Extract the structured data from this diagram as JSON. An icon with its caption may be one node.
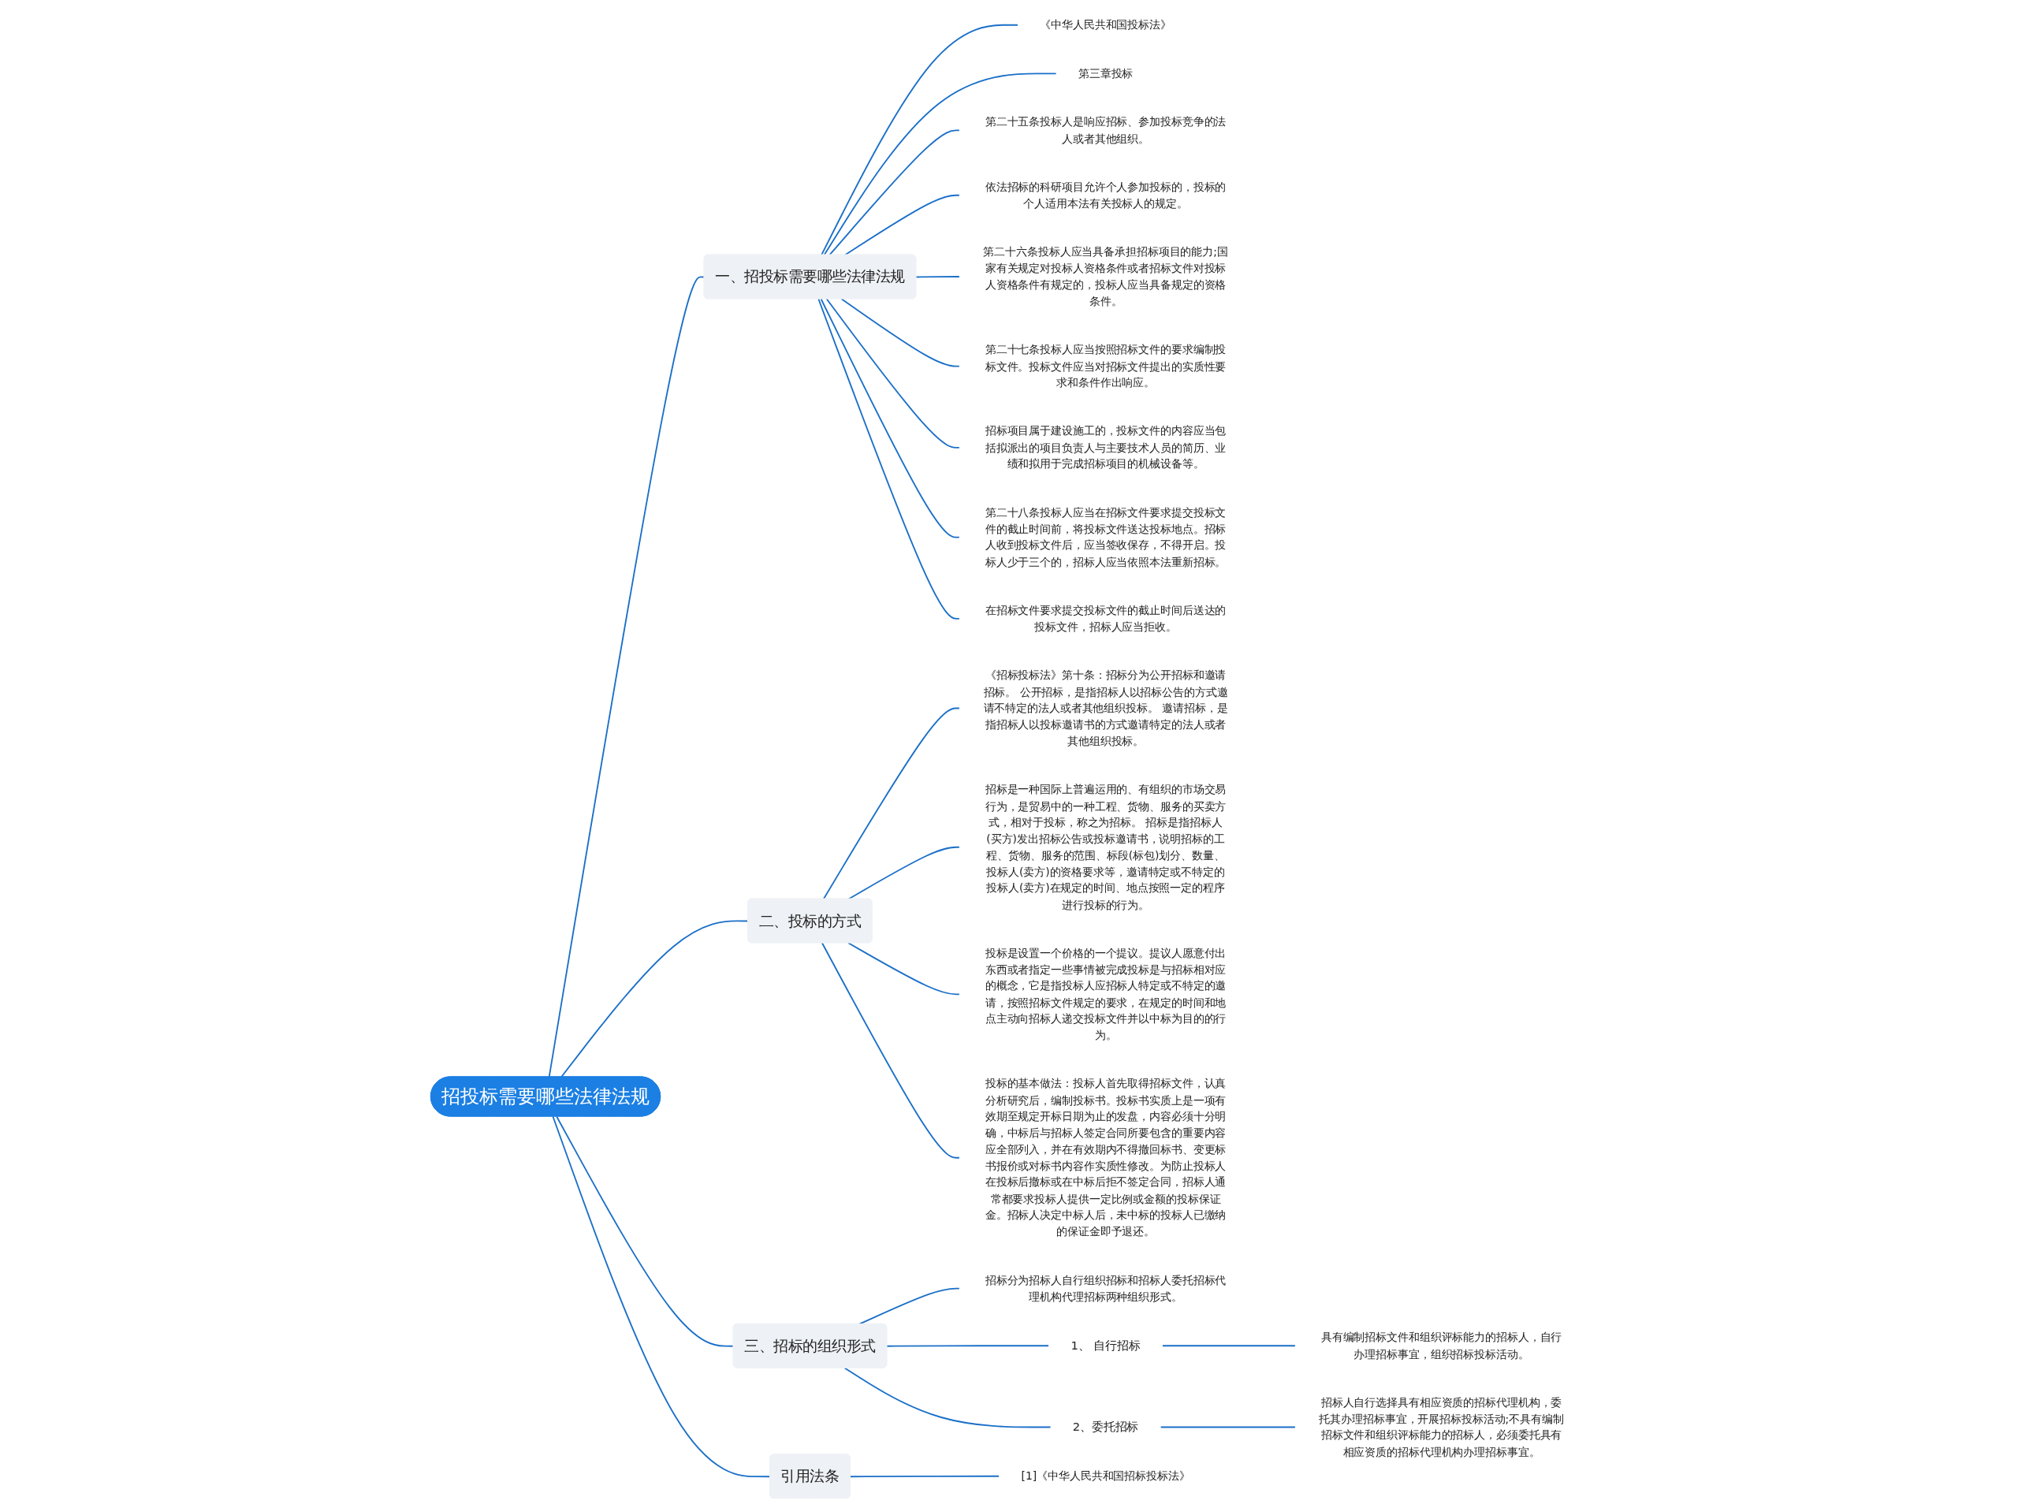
{
  "diagram": {
    "nodes": [
      {
        "text": [
          "招投标需要哪些法律法规"
        ]
      },
      {
        "text": [
          "一、招投标需要哪些法律法规"
        ]
      },
      {
        "text": [
          "《中华人民共和国投标法》"
        ]
      },
      {
        "text": [
          "第三章投标"
        ]
      },
      {
        "text": [
          "第二十五条投标人是响应招标、参加投标竞争的法人或者其他组织。"
        ]
      },
      {
        "text": [
          "依法招标的科研项目允许个人参加投标的，投标的个人适用本法有关投标人的规定。"
        ]
      },
      {
        "text": [
          "第二十六条投标人应当具备承担招标项目的能力;国家有关规定对投标人资格条件或者招标文件对投标人资格条件有规定的，投标人应当具备规定的资格条件。"
        ]
      },
      {
        "text": [
          "第二十七条投标人应当按照招标文件的要求编制投标文件。投标文件应当对招标文件提出的实质性要求和条件作出响应。"
        ]
      },
      {
        "text": [
          "招标项目属于建设施工的，投标文件的内容应当包括拟派出的项目负责人与主要技术人员的简历、业绩和拟用于完成招标项目的机械设备等。"
        ]
      },
      {
        "text": [
          "第二十八条投标人应当在招标文件要求提交投标文件的截止时间前，将投标文件送达投标地点。招标人收到投标文件后，应当签收保存，不得开启。投标人少于三个的，招标人应当依照本法重新招标。"
        ]
      },
      {
        "text": [
          "在招标文件要求提交投标文件的截止时间后送达的投标文件，招标人应当拒收。"
        ]
      },
      {
        "text": [
          "二、投标的方式"
        ]
      },
      {
        "text": [
          "《招标投标法》第十条：招标分为公开招标和邀请招标。 公开招标，是指招标人以招标公告的方式邀请不特定的法人或者其他组织投标。 邀请招标，是指招标人以投标邀请书的方式邀请特定的法人或者其他组织投标。"
        ]
      },
      {
        "text": [
          "招标是一种国际上普遍运用的、有组织的市场交易行为，是贸易中的一种工程、货物、服务的买卖方式，相对于投标，称之为招标。 招标是指招标人(买方)发出招标公告或投标邀请书，说明招标的工程、货物、服务的范围、标段(标包)划分、数量、投标人(卖方)的资格要求等，邀请特定或不特定的投标人(卖方)在规定的时间、地点按照一定的程序进行投标的行为。"
        ]
      },
      {
        "text": [
          "投标是设置一个价格的一个提议。提议人愿意付出东西或者指定一些事情被完成投标是与招标相对应的概念，它是指投标人应招标人特定或不特定的邀请，按照招标文件规定的要求，在规定的时间和地点主动向招标人递交投标文件并以中标为目的的行为。"
        ]
      },
      {
        "text": [
          "投标的基本做法：投标人首先取得招标文件，认真分析研究后，编制投标书。投标书实质上是一项有效期至规定开标日期为止的发盘，内容必须十分明确，中标后与招标人签定合同所要包含的重要内容应全部列入，并在有效期内不得撤回标书、变更标书报价或对标书内容作实质性修改。为防止投标人在投标后撤标或在中标后拒不签定合同，招标人通常都要求投标人提供一定比例或金额的投标保证金。招标人决定中标人后，未中标的投标人已缴纳的保证金即予退还。"
        ]
      },
      {
        "text": [
          "三、招标的组织形式"
        ]
      },
      {
        "text": [
          "招标分为招标人自行组织招标和招标人委托招标代理机构代理招标两种组织形式。"
        ]
      },
      {
        "text": [
          "1、 自行招标"
        ]
      },
      {
        "text": [
          "具有编制招标文件和组织评标能力的招标人，自行办理招标事宜，组织招标投标活动。"
        ]
      },
      {
        "text": [
          "2、委托招标"
        ]
      },
      {
        "text": [
          "招标人自行选择具有相应资质的招标代理机构，委托其办理招标事宜，开展招标投标活动;不具有编制招标文件和组织评标能力的招标人，必须委托具有相应资质的招标代理机构办理招标事宜。"
        ]
      },
      {
        "text": [
          "引用法条"
        ]
      },
      {
        "text": [
          "[1]《中华人民共和国招标投标法》"
        ]
      }
    ],
    "edges": [
      {
        "from": 0,
        "to": 1,
        "arrow": "none"
      },
      {
        "from": 1,
        "to": 2,
        "arrow": "none"
      },
      {
        "from": 1,
        "to": 3,
        "arrow": "none"
      },
      {
        "from": 1,
        "to": 4,
        "arrow": "none"
      },
      {
        "from": 1,
        "to": 5,
        "arrow": "none"
      },
      {
        "from": 1,
        "to": 6,
        "arrow": "none"
      },
      {
        "from": 1,
        "to": 7,
        "arrow": "none"
      },
      {
        "from": 1,
        "to": 8,
        "arrow": "none"
      },
      {
        "from": 1,
        "to": 9,
        "arrow": "none"
      },
      {
        "from": 1,
        "to": 10,
        "arrow": "none"
      },
      {
        "from": 0,
        "to": 11,
        "arrow": "none"
      },
      {
        "from": 11,
        "to": 12,
        "arrow": "none"
      },
      {
        "from": 11,
        "to": 13,
        "arrow": "none"
      },
      {
        "from": 11,
        "to": 14,
        "arrow": "none"
      },
      {
        "from": 11,
        "to": 15,
        "arrow": "none"
      },
      {
        "from": 0,
        "to": 16,
        "arrow": "none"
      },
      {
        "from": 16,
        "to": 17,
        "arrow": "none"
      },
      {
        "from": 16,
        "to": 18,
        "arrow": "none"
      },
      {
        "from": 18,
        "to": 19,
        "arrow": "none"
      },
      {
        "from": 16,
        "to": 20,
        "arrow": "none"
      },
      {
        "from": 20,
        "to": 21,
        "arrow": "none"
      },
      {
        "from": 0,
        "to": 22,
        "arrow": "none"
      },
      {
        "from": 22,
        "to": 23,
        "arrow": "none"
      }
    ]
  }
}
